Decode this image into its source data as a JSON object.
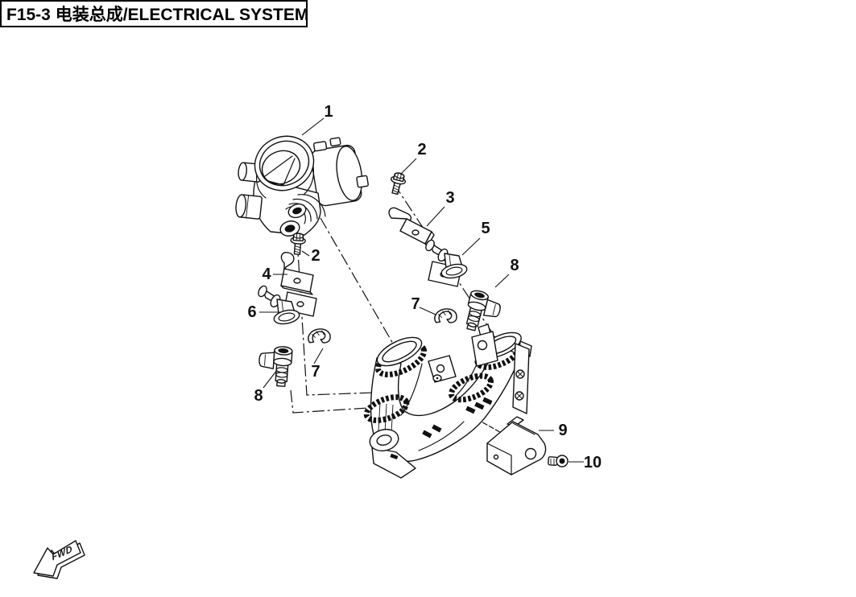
{
  "page": {
    "title": "F15-3 电装总成/ELECTRICAL SYSTEM",
    "fwd_label": "FWD"
  },
  "diagram": {
    "callouts": {
      "throttle_body": "1",
      "bolt_throttle": "2",
      "bolt_bracket_right": "2",
      "bracket_right": "3",
      "bracket_left": "4",
      "sensor_right": "5",
      "sensor_left": "6",
      "clip_left": "7",
      "clip_right": "7",
      "injector_left": "8",
      "injector_right": "8",
      "sensor_bracket": "9",
      "screw": "10"
    },
    "colors": {
      "line": "#111111",
      "background": "#ffffff"
    }
  }
}
